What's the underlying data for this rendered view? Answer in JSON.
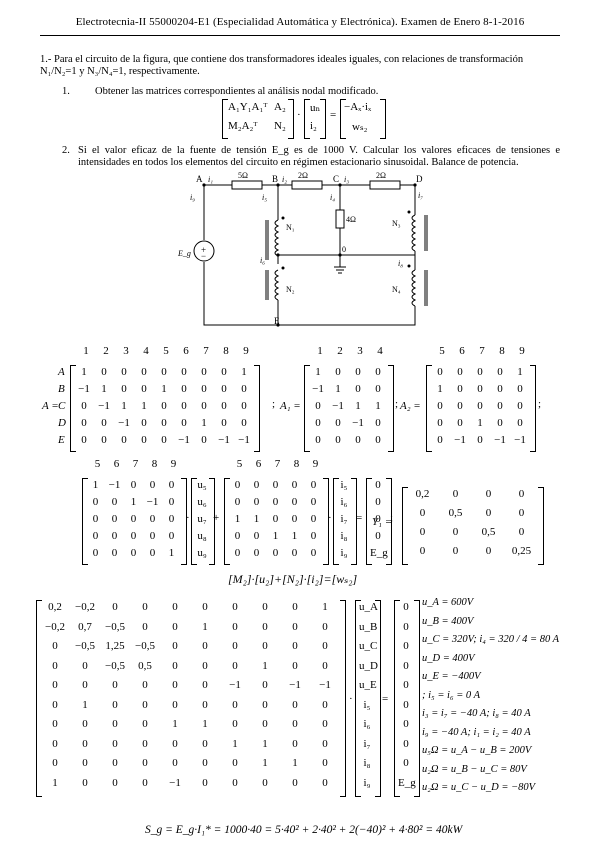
{
  "header": {
    "title": "Electrotecnia-II 55000204-E1 (Especialidad Automática y Electrónica). Examen de Enero 8-1-2016"
  },
  "problem": {
    "intro": "1.- Para el circuito de la figura, que contiene dos transformadores ideales iguales, con relaciones de transformación N₁/N₂=1 y N₃/N₄=1, respectivamente.",
    "q1_num": "1.",
    "q1_text": "Obtener las matrices correspondientes al análisis nodal modificado.",
    "q2_num": "2.",
    "q2_text": "Si el valor eficaz de la fuente de tensión E_g es de 1000 V. Calcular los valores eficaces de tensiones e intensidades en todos los elementos del circuito en régimen estacionario sinusoidal. Balance de potencia."
  },
  "mna_eq": {
    "m11": "A₁Y₁A₁ᵀ",
    "m12": "A₂",
    "m21": "M₂A₂ᵀ",
    "m22": "N₂",
    "v1": "uₙ",
    "v2": "i₂",
    "r1": "−Aₓ·iₓ",
    "r2": "wₛ₂"
  },
  "circuit": {
    "nodes": [
      "A",
      "B",
      "C",
      "D",
      "E",
      "0"
    ],
    "r1": "5Ω",
    "r2": "2Ω",
    "r3": "2Ω",
    "r4": "4Ω",
    "currents": [
      "i₁",
      "i₂",
      "i₃",
      "i₄",
      "i₅",
      "i₆",
      "i₇",
      "i₈",
      "i₉"
    ],
    "coils": [
      "N₁",
      "N₂",
      "N₃",
      "N₄"
    ],
    "source": "E_g"
  },
  "matA": {
    "cols": [
      "1",
      "2",
      "3",
      "4",
      "5",
      "6",
      "7",
      "8",
      "9"
    ],
    "rows": [
      "A",
      "B",
      "C",
      "D",
      "E"
    ],
    "prefix": "A =",
    "data": [
      [
        "1",
        "0",
        "0",
        "0",
        "0",
        "0",
        "0",
        "0",
        "1"
      ],
      [
        "−1",
        "1",
        "0",
        "0",
        "1",
        "0",
        "0",
        "0",
        "0"
      ],
      [
        "0",
        "−1",
        "1",
        "1",
        "0",
        "0",
        "0",
        "0",
        "0"
      ],
      [
        "0",
        "0",
        "−1",
        "0",
        "0",
        "0",
        "1",
        "0",
        "0"
      ],
      [
        "0",
        "0",
        "0",
        "0",
        "0",
        "−1",
        "0",
        "−1",
        "−1"
      ]
    ]
  },
  "matA1": {
    "cols": [
      "1",
      "2",
      "3",
      "4"
    ],
    "prefix": "A₁ =",
    "data": [
      [
        "1",
        "0",
        "0",
        "0"
      ],
      [
        "−1",
        "1",
        "0",
        "0"
      ],
      [
        "0",
        "−1",
        "1",
        "1"
      ],
      [
        "0",
        "0",
        "−1",
        "0"
      ],
      [
        "0",
        "0",
        "0",
        "0"
      ]
    ]
  },
  "matA2": {
    "cols": [
      "5",
      "6",
      "7",
      "8",
      "9"
    ],
    "prefix": "A₂ =",
    "data": [
      [
        "0",
        "0",
        "0",
        "0",
        "1"
      ],
      [
        "1",
        "0",
        "0",
        "0",
        "0"
      ],
      [
        "0",
        "0",
        "0",
        "0",
        "0"
      ],
      [
        "0",
        "0",
        "1",
        "0",
        "0"
      ],
      [
        "0",
        "−1",
        "0",
        "−1",
        "−1"
      ]
    ]
  },
  "matM2": {
    "cols": [
      "5",
      "6",
      "7",
      "8",
      "9"
    ],
    "data": [
      [
        "1",
        "−1",
        "0",
        "0",
        "0"
      ],
      [
        "0",
        "0",
        "1",
        "−1",
        "0"
      ],
      [
        "0",
        "0",
        "0",
        "0",
        "0"
      ],
      [
        "0",
        "0",
        "0",
        "0",
        "0"
      ],
      [
        "0",
        "0",
        "0",
        "0",
        "1"
      ]
    ]
  },
  "vecU2": [
    "u₅",
    "u₆",
    "u₇",
    "u₈",
    "u₉"
  ],
  "matN2": {
    "cols": [
      "5",
      "6",
      "7",
      "8",
      "9"
    ],
    "data": [
      [
        "0",
        "0",
        "0",
        "0",
        "0"
      ],
      [
        "0",
        "0",
        "0",
        "0",
        "0"
      ],
      [
        "1",
        "1",
        "0",
        "0",
        "0"
      ],
      [
        "0",
        "0",
        "1",
        "1",
        "0"
      ],
      [
        "0",
        "0",
        "0",
        "0",
        "0"
      ]
    ]
  },
  "vecI2": [
    "i₅",
    "i₆",
    "i₇",
    "i₈",
    "i₉"
  ],
  "vecWs2": [
    "0",
    "0",
    "0",
    "0",
    "E_g"
  ],
  "matY1": {
    "prefix": "Y₁ =",
    "data": [
      [
        "0,2",
        "0",
        "0",
        "0"
      ],
      [
        "0",
        "0,5",
        "0",
        "0"
      ],
      [
        "0",
        "0",
        "0,5",
        "0"
      ],
      [
        "0",
        "0",
        "0",
        "0,25"
      ]
    ]
  },
  "eqM2N2": "[M₂]·[u₂]+[N₂]·[i₂]=[wₛ₂]",
  "bigMat": {
    "data": [
      [
        "0,2",
        "−0,2",
        "0",
        "0",
        "0",
        "0",
        "0",
        "0",
        "0",
        "1"
      ],
      [
        "−0,2",
        "0,7",
        "−0,5",
        "0",
        "0",
        "1",
        "0",
        "0",
        "0",
        "0"
      ],
      [
        "0",
        "−0,5",
        "1,25",
        "−0,5",
        "0",
        "0",
        "0",
        "0",
        "0",
        "0"
      ],
      [
        "0",
        "0",
        "−0,5",
        "0,5",
        "0",
        "0",
        "0",
        "1",
        "0",
        "0"
      ],
      [
        "0",
        "0",
        "0",
        "0",
        "0",
        "0",
        "−1",
        "0",
        "−1",
        "−1"
      ],
      [
        "0",
        "1",
        "0",
        "0",
        "0",
        "0",
        "0",
        "0",
        "0",
        "0"
      ],
      [
        "0",
        "0",
        "0",
        "0",
        "1",
        "1",
        "0",
        "0",
        "0",
        "0"
      ],
      [
        "0",
        "0",
        "0",
        "0",
        "0",
        "0",
        "1",
        "1",
        "0",
        "0"
      ],
      [
        "0",
        "0",
        "0",
        "0",
        "0",
        "0",
        "0",
        "1",
        "1",
        "0"
      ],
      [
        "1",
        "0",
        "0",
        "0",
        "−1",
        "0",
        "0",
        "0",
        "0",
        "0"
      ]
    ]
  },
  "vecX": [
    "u_A",
    "u_B",
    "u_C",
    "u_D",
    "u_E",
    "i₅",
    "i₆",
    "i₇",
    "i₈",
    "i₉"
  ],
  "vecRHS": [
    "0",
    "0",
    "0",
    "0",
    "0",
    "0",
    "0",
    "0",
    "0",
    "E_g"
  ],
  "results": [
    "u_A = 600V",
    "u_B = 400V",
    "u_C = 320V; i₄ = 320 / 4 = 80 A",
    "u_D = 400V",
    "u_E = −400V",
    "; i₅ = i₆ = 0 A",
    "i₃ = i₇ = −40 A;   i₈ = 40 A",
    "i₉ = −40 A;   i₁ = i₂ = 40 A",
    "u₅Ω = u_A − u_B = 200V",
    "u₂Ω = u_B − u_C = 80V",
    "u₂Ω = u_C − u_D = −80V"
  ],
  "power": "S_g = E_g·I₁* = 1000·40 = 5·40² + 2·40² + 2(−40)² + 4·80² = 40kW"
}
